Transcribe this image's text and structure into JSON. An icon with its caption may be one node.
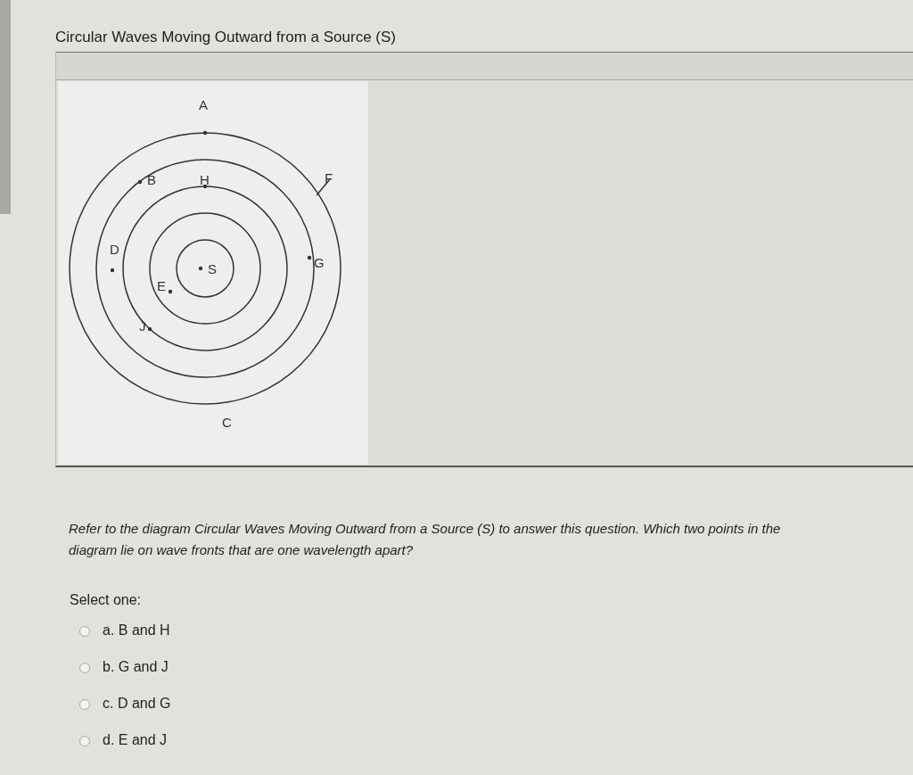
{
  "diagram": {
    "title": "Circular Waves Moving Outward from a Source (S)",
    "labels": [
      "A",
      "B",
      "H",
      "F",
      "D",
      "S",
      "G",
      "E",
      "J",
      "C",
      "Refer to the diagram Circular Waves Moving Outward from a Source (S) to answer this question. Which two points in the diagram lie on wave fronts that are one wavelength apart?",
      "Select one:",
      "a. B and H",
      "b. G and J",
      "c. D and G",
      "d. E and J"
    ]
  }
}
